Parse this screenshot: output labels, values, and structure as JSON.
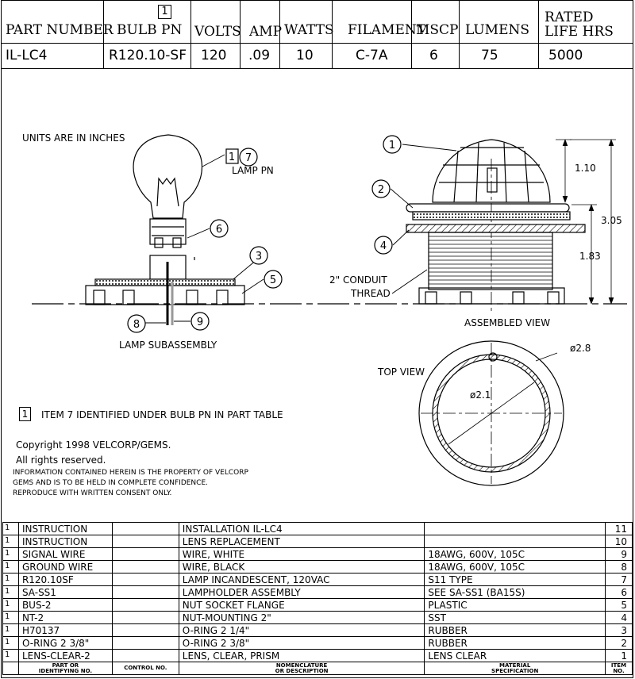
{
  "header": {
    "columns": [
      "PART NUMBER",
      "BULB PN",
      "VOLTS",
      "AMP",
      "WATTS",
      "FILAMENT",
      "MSCP",
      "LUMENS",
      "RATED",
      "LIFE HRS"
    ],
    "bulb_note_ref": "1",
    "values": {
      "part_number": "IL-LC4",
      "bulb_pn": "R120.10-SF",
      "volts": "120",
      "amp": ".09",
      "watts": "10",
      "filament": "C-7A",
      "mscp": "6",
      "lumens": "75",
      "life": "5000"
    }
  },
  "drawing": {
    "units": "UNITS ARE IN INCHES",
    "lamp_pn": "LAMP PN",
    "lamp_subassembly": "LAMP SUBASSEMBLY",
    "conduit_1": "2\" CONDUIT",
    "conduit_2": "THREAD",
    "assembled_view": "ASSEMBLED VIEW",
    "top_view": "TOP VIEW",
    "dims": {
      "d110": "1.10",
      "d305": "3.05",
      "d183": "1.83",
      "dia28": "ø2.8",
      "dia21": "ø2.1"
    },
    "balloons": [
      "1",
      "2",
      "3",
      "4",
      "5",
      "6",
      "7",
      "8",
      "9"
    ],
    "note_box": "1",
    "note_text": "ITEM 7 IDENTIFIED UNDER BULB PN IN PART TABLE",
    "copyright_1": "Copyright 1998 VELCORP/GEMS.",
    "copyright_2": "All rights reserved.",
    "info_1": "INFORMATION CONTAINED HEREIN IS THE PROPERTY OF VELCORP",
    "info_2": "GEMS AND IS TO BE HELD IN COMPLETE CONFIDENCE.",
    "info_3": "REPRODUCE WITH WRITTEN CONSENT ONLY."
  },
  "bom": {
    "rows": [
      {
        "qty": "1",
        "part": "INSTRUCTION",
        "control": "",
        "desc": "INSTALLATION IL-LC4",
        "mat": "",
        "item": "11"
      },
      {
        "qty": "1",
        "part": "INSTRUCTION",
        "control": "",
        "desc": "LENS REPLACEMENT",
        "mat": "",
        "item": "10"
      },
      {
        "qty": "1",
        "part": "SIGNAL WIRE",
        "control": "",
        "desc": "WIRE,  WHITE",
        "mat": "18AWG, 600V, 105C",
        "item": "9"
      },
      {
        "qty": "1",
        "part": "GROUND WIRE",
        "control": "",
        "desc": "WIRE, BLACK",
        "mat": "18AWG, 600V, 105C",
        "item": "8"
      },
      {
        "qty": "1",
        "part": "R120.10SF",
        "control": "",
        "desc": "LAMP  INCANDESCENT,  120VAC",
        "mat": "S11  TYPE",
        "item": "7"
      },
      {
        "qty": "1",
        "part": "SA-SS1",
        "control": "",
        "desc": "LAMPHOLDER ASSEMBLY",
        "mat": "SEE  SA-SS1  (BA15S)",
        "item": "6"
      },
      {
        "qty": "1",
        "part": "BUS-2",
        "control": "",
        "desc": "NUT  SOCKET  FLANGE",
        "mat": "PLASTIC",
        "item": "5"
      },
      {
        "qty": "1",
        "part": "NT-2",
        "control": "",
        "desc": "NUT-MOUNTING  2\"",
        "mat": "SST",
        "item": "4"
      },
      {
        "qty": "1",
        "part": "H70137",
        "control": "",
        "desc": "O-RING  2  1/4\"",
        "mat": "RUBBER",
        "item": "3"
      },
      {
        "qty": "1",
        "part": "O-RING 2 3/8\"",
        "control": "",
        "desc": "O-RING  2  3/8\"",
        "mat": "RUBBER",
        "item": "2"
      },
      {
        "qty": "1",
        "part": "LENS-CLEAR-2",
        "control": "",
        "desc": "LENS,  CLEAR,  PRISM",
        "mat": "LENS  CLEAR",
        "item": "1"
      }
    ],
    "footer": {
      "part_1": "PART OR",
      "part_2": "IDENTIFYING NO.",
      "control": "CONTROL NO.",
      "desc_1": "NOMENCLATURE",
      "desc_2": "OR DESCRIPTION",
      "mat_1": "MATERIAL",
      "mat_2": "SPECIFICATION",
      "item_1": "ITEM",
      "item_2": "NO."
    }
  }
}
